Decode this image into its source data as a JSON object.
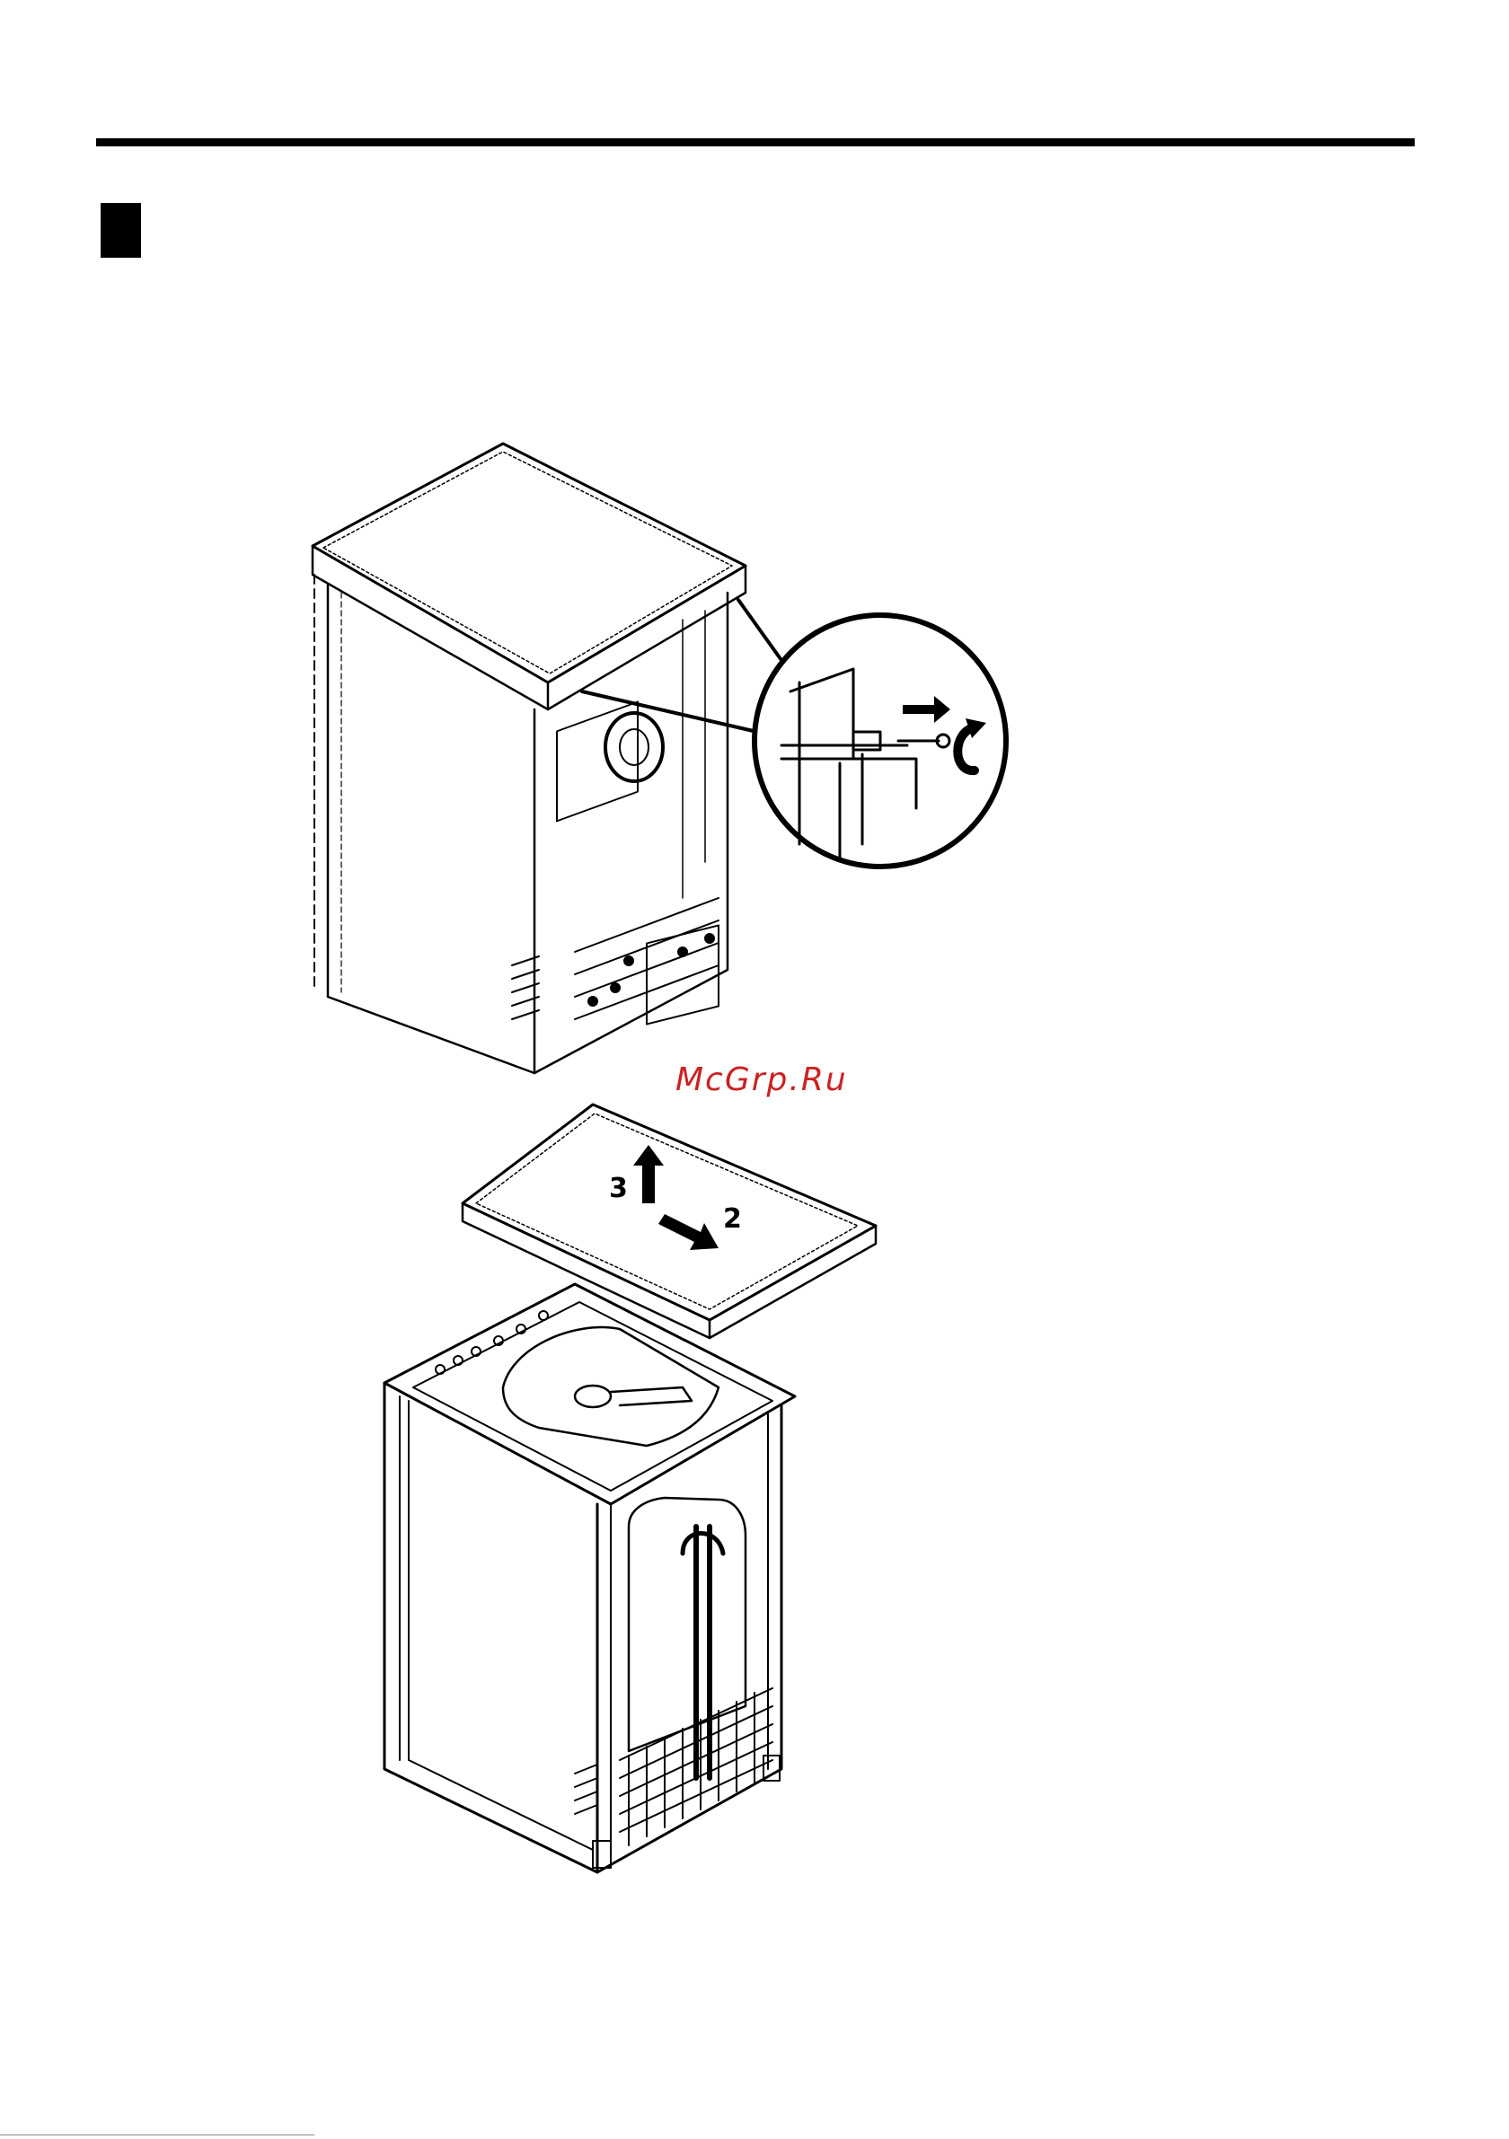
{
  "page": {
    "watermark_text": "McGrp.Ru"
  },
  "figure_top": {
    "detail_callout": "zoom-detail"
  },
  "figure_bottom": {
    "step_labels": [
      "3",
      "2"
    ]
  }
}
